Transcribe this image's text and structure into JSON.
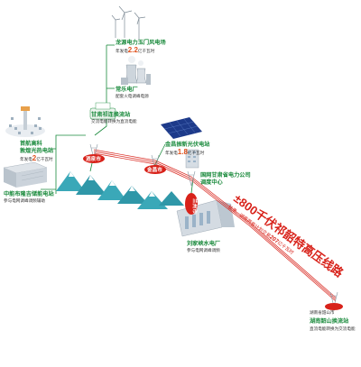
{
  "colors": {
    "green": "#1a8a3c",
    "red": "#d8221a",
    "orange": "#e0501a",
    "mountain": "#3aa8b8",
    "solar": "#1d3a8a"
  },
  "wind": {
    "title": "龙源电力玉门风电场",
    "sub_pre": "年发电",
    "value": "2.2",
    "sub_post": "亿千瓦时"
  },
  "thermal": {
    "title": "常乐电厂",
    "sub": "配套火电调峰电源"
  },
  "gansu_station": {
    "title": "甘肃祁连换流站",
    "sub": "交流电能转换为直流电能"
  },
  "csp": {
    "title_line1": "首航高科",
    "title_line2": "敦煌光热电站",
    "sub_pre": "年发电",
    "value": "2",
    "sub_post": "亿千瓦时"
  },
  "storage": {
    "title": "中能布隆吉储能电站",
    "sub": "参与电网调峰调频辅助"
  },
  "solar": {
    "title": "金昌振新光伏电站",
    "sub_pre": "年发电",
    "value": "1.8",
    "sub_post": "亿千瓦时"
  },
  "dispatch": {
    "title_line1": "国网甘肃省电力公司",
    "title_line2": "调度中心"
  },
  "hydro": {
    "title": "刘家峡水电厂",
    "sub": "参与电网调峰调频"
  },
  "cities": {
    "jiuquan": "酒泉市",
    "jinchang": "金昌市",
    "lanzhou": "兰州市"
  },
  "line": {
    "title_pm": "±",
    "title_num": "800",
    "title_rest": "千伏祁韶特高压线路",
    "sub_pre": "甘肃、湖南",
    "sub_mid": "两省计划交易",
    "value": "207",
    "sub_post": "亿千瓦时"
  },
  "hunan": {
    "city": "湖南省韶山市",
    "title": "湖南韶山换流站",
    "sub": "直流电能转换为交流电能"
  }
}
